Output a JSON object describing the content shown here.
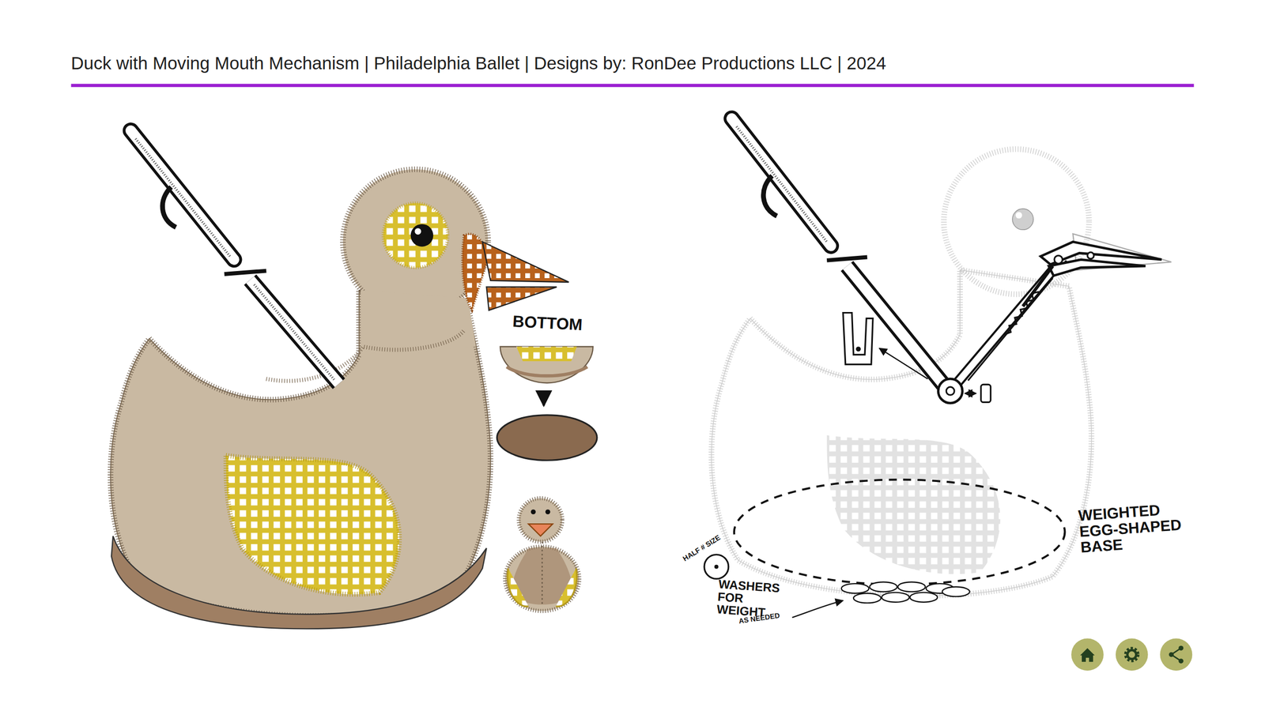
{
  "diagram": {
    "title": "Duck with Moving Mouth Mechanism | Philadelphia Ballet | Designs by: RonDee Productions LLC | 2024",
    "labels": [
      "BOTTOM",
      "HALF # SIZE",
      "WASHERS FOR WEIGHT",
      "AS NEEDED",
      "WEIGHTED EGG-SHAPED BASE"
    ]
  }
}
